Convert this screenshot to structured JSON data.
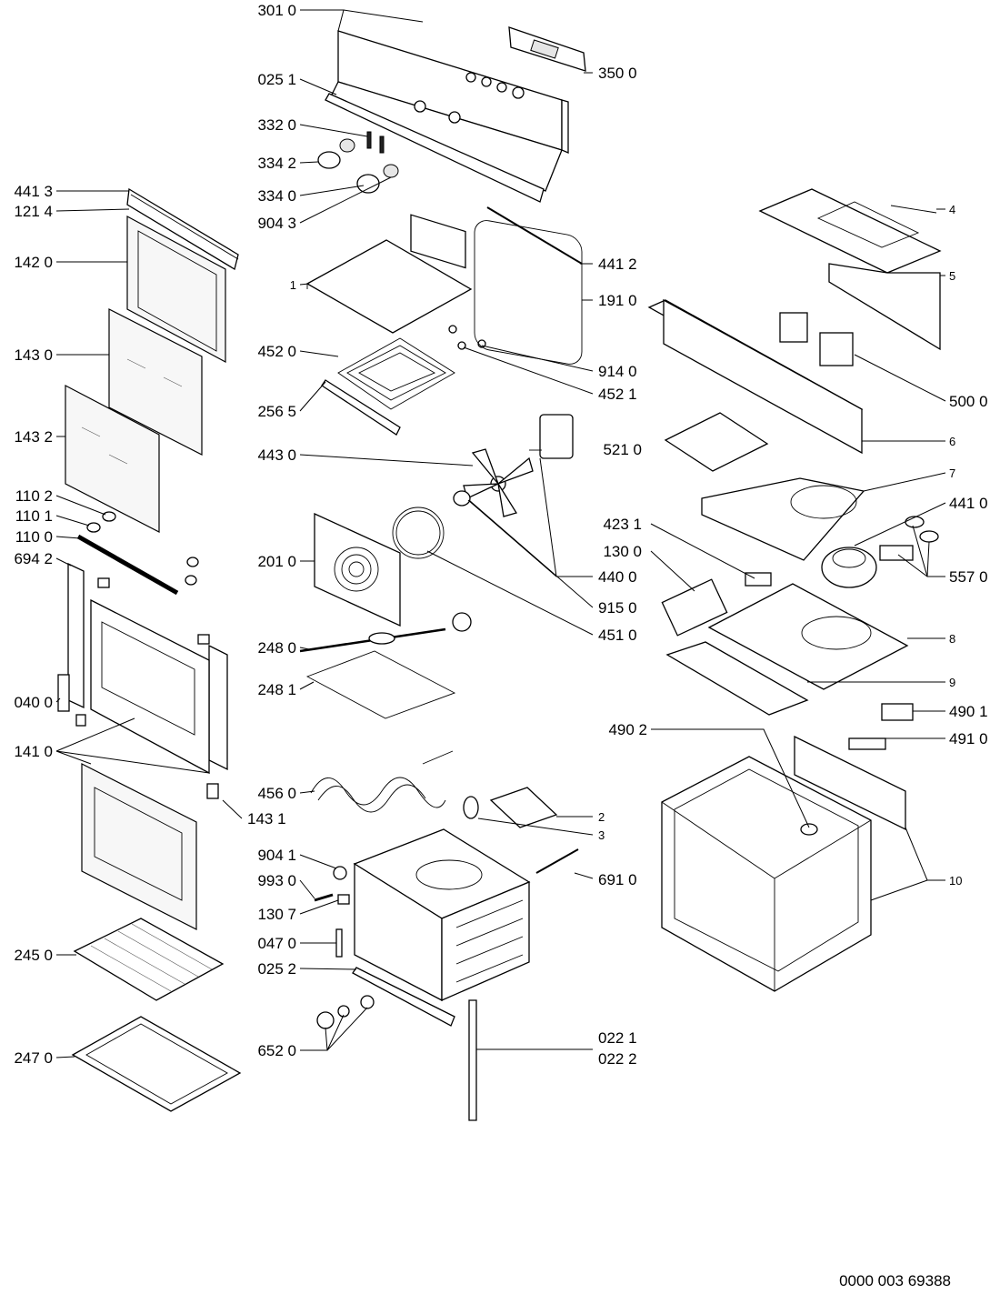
{
  "document_number": "0000 003 69388",
  "labels": {
    "p3010": "301 0",
    "p0251": "025 1",
    "p3320": "332 0",
    "p3342": "334 2",
    "p3340": "334 0",
    "p9043": "904 3",
    "p3500": "350 0",
    "p4413": "441 3",
    "p1214": "121 4",
    "p1420": "142 0",
    "p1430": "143 0",
    "p1432": "143 2",
    "p1102": "110 2",
    "p1101": "110 1",
    "p1100": "110 0",
    "p6942": "694 2",
    "p0400": "040 0",
    "p1410": "141 0",
    "p1431": "143 1",
    "p2450": "245 0",
    "p2470": "247 0",
    "p1": "1",
    "p4520": "452 0",
    "p2565": "256 5",
    "p4430": "443 0",
    "p2010": "201 0",
    "p2480": "248 0",
    "p2481": "248 1",
    "p4560": "456 0",
    "p9041": "904 1",
    "p9930": "993 0",
    "p1307": "130 7",
    "p0470": "047 0",
    "p0252": "025 2",
    "p6520": "652 0",
    "p4412": "441 2",
    "p1910": "191 0",
    "p9140": "914 0",
    "p4521": "452 1",
    "p4400": "440 0",
    "p9150": "915 0",
    "p4510": "451 0",
    "p2": "2",
    "p3": "3",
    "p6910": "691 0",
    "p0221": "022 1",
    "p0222": "022 2",
    "p5210": "521 0",
    "p4231": "423 1",
    "p1300": "130 0",
    "p4": "4",
    "p5": "5",
    "p5000": "500 0",
    "p6": "6",
    "p7": "7",
    "p4410": "441 0",
    "p5570": "557 0",
    "p8": "8",
    "p9": "9",
    "p4901": "490 1",
    "p4902": "490 2",
    "p4910": "491 0",
    "p10": "10"
  }
}
